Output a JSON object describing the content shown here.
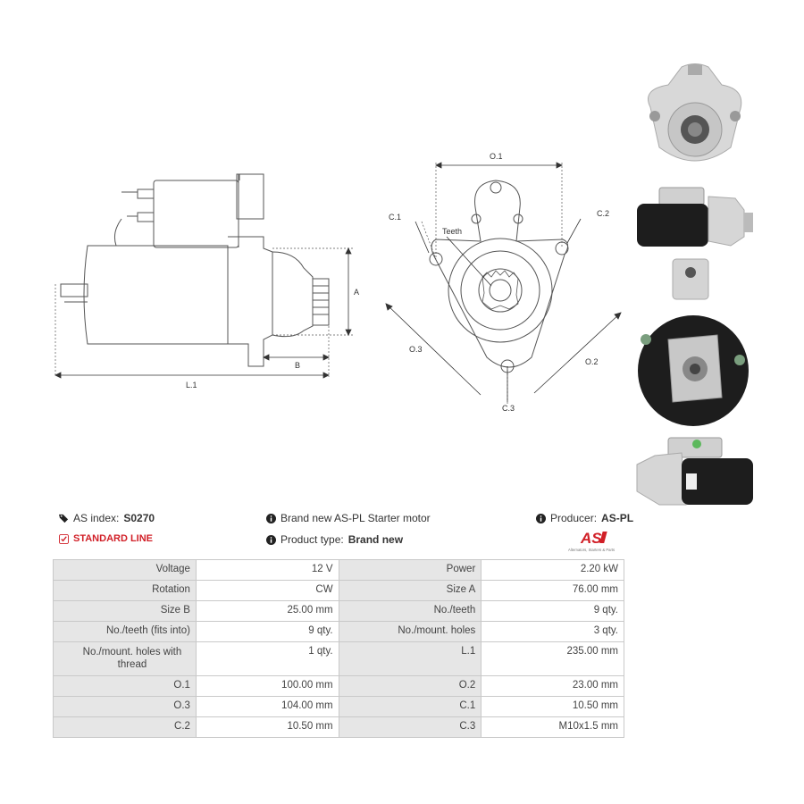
{
  "drawing": {
    "side_labels": {
      "a": "A",
      "b": "B",
      "l1": "L.1"
    },
    "front_labels": {
      "o1": "O.1",
      "o2": "O.2",
      "o3": "O.3",
      "c1": "C.1",
      "c2": "C.2",
      "c3": "C.3",
      "teeth": "Teeth"
    }
  },
  "info": {
    "as_index_label": "AS index:",
    "as_index_value": "S0270",
    "standard_line": "STANDARD LINE",
    "title": "Brand new AS-PL Starter motor",
    "product_type_label": "Product type:",
    "product_type_value": "Brand new",
    "producer_label": "Producer:",
    "producer_value": "AS-PL",
    "logo_text": "AS",
    "logo_tagline": "Alternators, Starters & Parts"
  },
  "specs": [
    [
      "Voltage",
      "12 V",
      "Power",
      "2.20 kW"
    ],
    [
      "Rotation",
      "CW",
      "Size A",
      "76.00 mm"
    ],
    [
      "Size B",
      "25.00 mm",
      "No./teeth",
      "9 qty."
    ],
    [
      "No./teeth (fits into)",
      "9 qty.",
      "No./mount. holes",
      "3 qty."
    ],
    [
      "No./mount. holes with thread",
      "1 qty.",
      "L.1",
      "235.00 mm"
    ],
    [
      "O.1",
      "100.00 mm",
      "O.2",
      "23.00 mm"
    ],
    [
      "O.3",
      "104.00 mm",
      "C.1",
      "10.50 mm"
    ],
    [
      "C.2",
      "10.50 mm",
      "C.3",
      "M10x1.5 mm"
    ]
  ],
  "colors": {
    "accent": "#d11f27",
    "label_bg": "#e6e6e6",
    "border": "#c9c9c9",
    "motor_body": "#1d1d1d",
    "housing": "#d4d4d4"
  }
}
